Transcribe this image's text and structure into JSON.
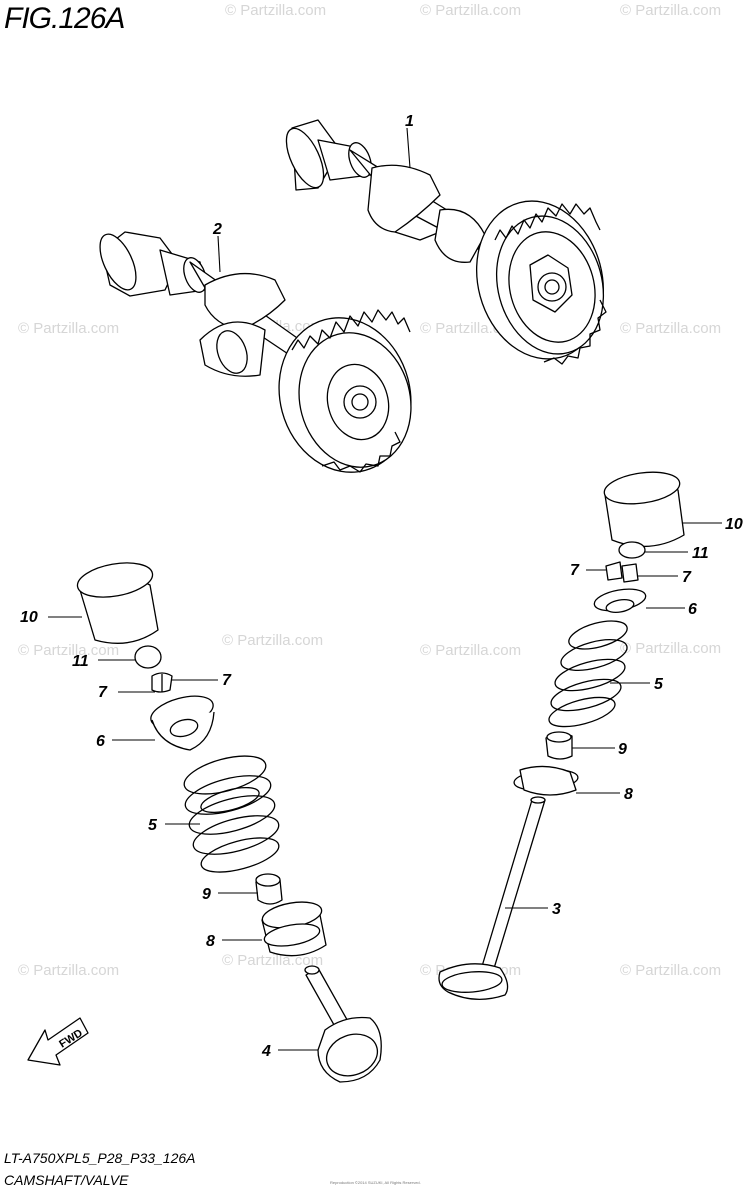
{
  "figure": {
    "title": "FIG.126A",
    "model_code": "LT-A750XPL5_P28_P33_126A",
    "section": "CAMSHAFT/VALVE",
    "copyright_line": "Reproduction ©2014 SUZUKI, All Rights Reserved."
  },
  "watermark": "© Partzilla.com",
  "fwd_label": "FWD",
  "callouts": [
    {
      "id": "c1",
      "text": "1"
    },
    {
      "id": "c2",
      "text": "2"
    },
    {
      "id": "c10a",
      "text": "10"
    },
    {
      "id": "c11a",
      "text": "11"
    },
    {
      "id": "c7a",
      "text": "7"
    },
    {
      "id": "c7b",
      "text": "7"
    },
    {
      "id": "c6a",
      "text": "6"
    },
    {
      "id": "c5a",
      "text": "5"
    },
    {
      "id": "c9a",
      "text": "9"
    },
    {
      "id": "c8a",
      "text": "8"
    },
    {
      "id": "c4",
      "text": "4"
    },
    {
      "id": "c10b",
      "text": "10"
    },
    {
      "id": "c11b",
      "text": "11"
    },
    {
      "id": "c7c",
      "text": "7"
    },
    {
      "id": "c7d",
      "text": "7"
    },
    {
      "id": "c6b",
      "text": "6"
    },
    {
      "id": "c5b",
      "text": "5"
    },
    {
      "id": "c9b",
      "text": "9"
    },
    {
      "id": "c8b",
      "text": "8"
    },
    {
      "id": "c3",
      "text": "3"
    }
  ],
  "colors": {
    "line": "#000000",
    "watermark": "#d6d6d6"
  }
}
